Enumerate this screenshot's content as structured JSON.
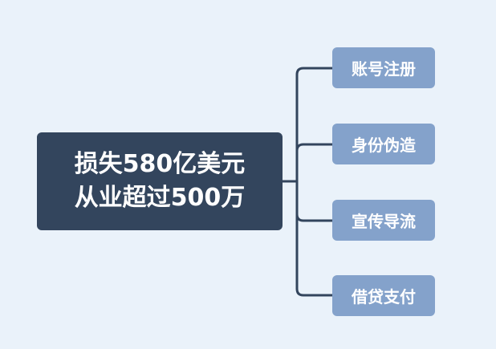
{
  "diagram": {
    "root": {
      "lines": [
        "损失580亿美元",
        "从业超过500万"
      ]
    },
    "branches": [
      {
        "label": "账号注册"
      },
      {
        "label": "身份伪造"
      },
      {
        "label": "宣传导流"
      },
      {
        "label": "借贷支付"
      }
    ]
  },
  "colors": {
    "background": "#eaf2fa",
    "root_fill": "#33455d",
    "branch_fill": "#84a2cb",
    "connector": "#33455d",
    "text": "#ffffff"
  }
}
